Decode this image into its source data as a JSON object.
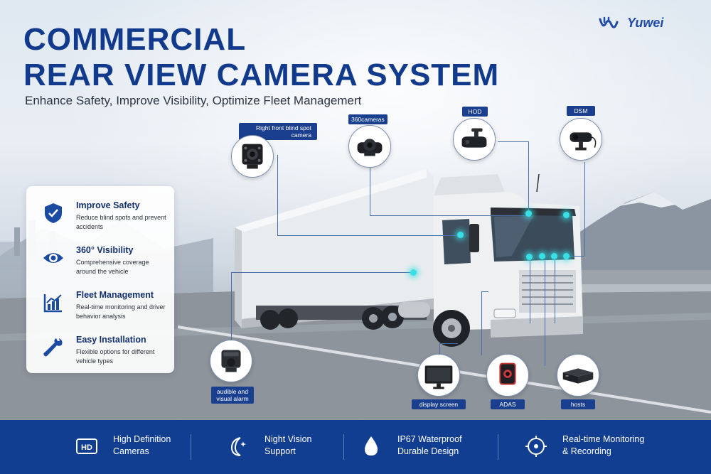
{
  "header": {
    "title_line1": "COMMERCIAL",
    "title_line2": "REAR VIEW CAMERA SYSTEM",
    "subtitle": "Enhance Safety, Improve Visibility, Optimize Fleet Managemert",
    "brand": "Yuwei"
  },
  "benefits": [
    {
      "title": "Improve Safety",
      "desc": "Reduce blind spots and prevent accidents",
      "icon": "shield-check-icon"
    },
    {
      "title": "360° Visibility",
      "desc": "Comprehensive coverage around the vehicle",
      "icon": "eye-icon"
    },
    {
      "title": "Fleet Management",
      "desc": "Real-time monitoring and driver behavior analysis",
      "icon": "chart-icon"
    },
    {
      "title": "Easy Installation",
      "desc": "Flexible options for different vehicle types",
      "icon": "wrench-icon"
    }
  ],
  "products": {
    "right_front": "Right front blind spot camera",
    "cam360": "360cameras",
    "hod": "HOD",
    "dsm": "DSM",
    "alarm": "audible and visual alarm",
    "display": "display screen",
    "adas": "ADAS",
    "hosts": "hosts"
  },
  "features": [
    {
      "line1": "High Definition",
      "line2": "Cameras",
      "icon": "hd-icon"
    },
    {
      "line1": "Night Vision",
      "line2": "Support",
      "icon": "moon-star-icon"
    },
    {
      "line1": "IP67 Waterproof",
      "line2": "Durable Design",
      "icon": "water-drop-icon"
    },
    {
      "line1": "Real-time Monitoring",
      "line2": "& Recording",
      "icon": "monitoring-target-icon"
    }
  ],
  "colors": {
    "brand_blue": "#123e92",
    "accent_cyan": "#38e0e6",
    "title_blue": "#123a8c"
  }
}
